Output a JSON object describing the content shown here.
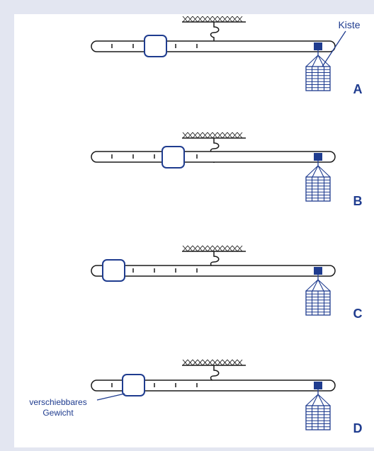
{
  "colors": {
    "background": "#e3e6f1",
    "panel": "#ffffff",
    "line": "#1a1a1a",
    "accent": "#1f3c8f"
  },
  "labels": {
    "box": "Kiste",
    "weight_line1": "verschiebbares",
    "weight_line2": "Gewicht"
  },
  "scales": [
    {
      "letter": "A",
      "weight_position": "between tick 3 and tick 4"
    },
    {
      "letter": "B",
      "weight_position": "just left of the pivot"
    },
    {
      "letter": "C",
      "weight_position": "at the left end"
    },
    {
      "letter": "D",
      "weight_position": "next to tick 2"
    }
  ]
}
